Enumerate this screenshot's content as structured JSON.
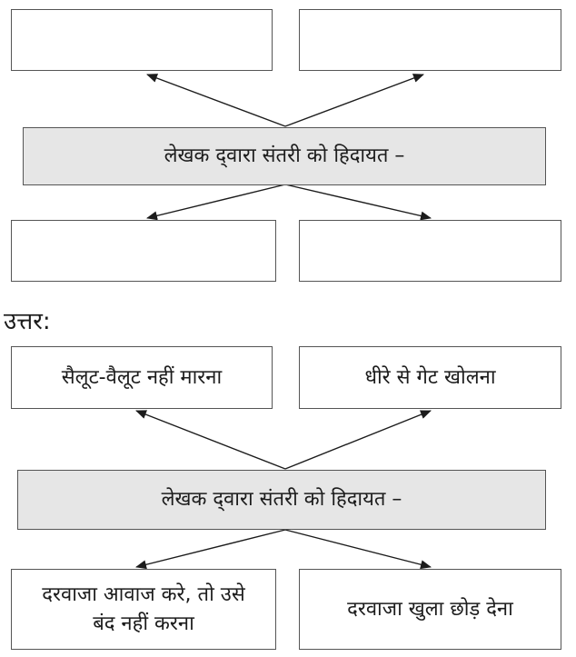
{
  "question": {
    "center_text": "लेखक द्‌वारा संतरी को हिदायत –",
    "top_left": "",
    "top_right": "",
    "bottom_left": "",
    "bottom_right": ""
  },
  "answer_label": "उत्तर:",
  "answer": {
    "center_text": "लेखक द्‌वारा संतरी को हिदायत –",
    "top_left": "सैलूट-वैलूट नहीं मारना",
    "top_right": "धीरे से गेट खोलना",
    "bottom_left": "दरवाजा आवाज करे, तो उसे बंद नहीं करना",
    "bottom_right": "दरवाजा खुला छोड़ देना"
  },
  "colors": {
    "center_fill": "#e6e6e6",
    "border": "#555555",
    "text": "#1c1c1c"
  }
}
